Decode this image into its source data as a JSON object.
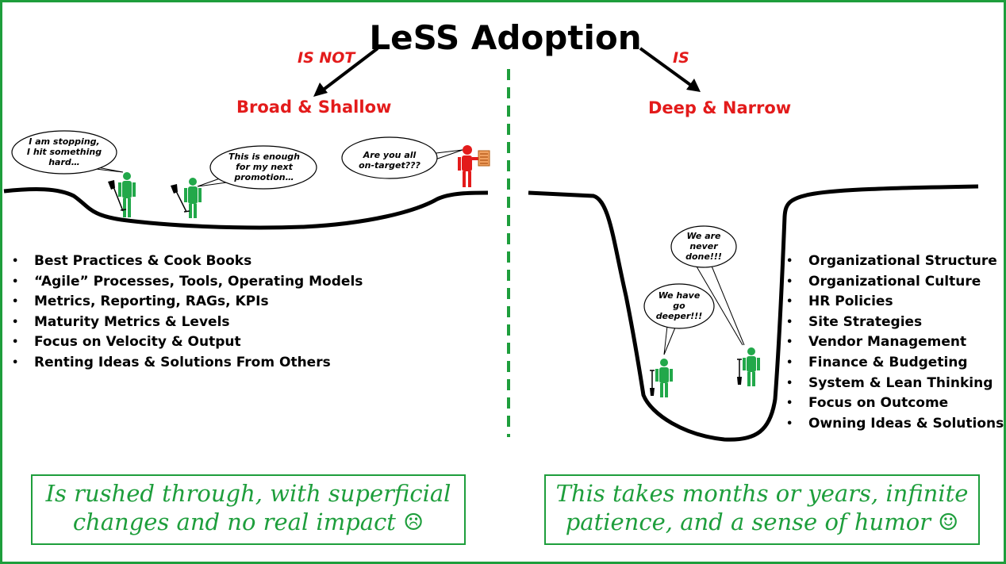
{
  "title": "LeSS Adoption",
  "labels": {
    "is_not": "IS NOT",
    "is": "IS",
    "left_heading": "Broad & Shallow",
    "right_heading": "Deep & Narrow"
  },
  "bubbles": {
    "stopping": [
      "I am stopping,",
      "I hit something",
      "hard…"
    ],
    "enough": [
      "This is enough",
      "for my next",
      "promotion…"
    ],
    "on_target": [
      "Are you all",
      "on-target???"
    ],
    "never_done": [
      "We are",
      "never",
      "done!!!"
    ],
    "go_deeper": [
      "We have",
      "go",
      "deeper!!!"
    ]
  },
  "left_list": [
    "Best Practices & Cook Books",
    "“Agile” Processes, Tools, Operating Models",
    "Metrics, Reporting, RAGs, KPIs",
    "Maturity Metrics & Levels",
    "Focus on Velocity & Output",
    "Renting Ideas & Solutions From Others"
  ],
  "right_list": [
    "Organizational Structure",
    "Organizational Culture",
    "HR Policies",
    "Site Strategies",
    "Vendor Management",
    "Finance & Budgeting",
    "System & Lean Thinking",
    "Focus on Outcome",
    "Owning Ideas & Solutions"
  ],
  "left_quote": [
    "Is rushed through, with superficial",
    "changes and no real impact ☹"
  ],
  "right_quote": [
    "This takes months or years, infinite",
    "patience, and a sense of humor ☺"
  ],
  "colors": {
    "accent_red": "#e31b1b",
    "accent_green": "#1e9e3c",
    "figure_green": "#22a84a",
    "text": "#000000"
  }
}
